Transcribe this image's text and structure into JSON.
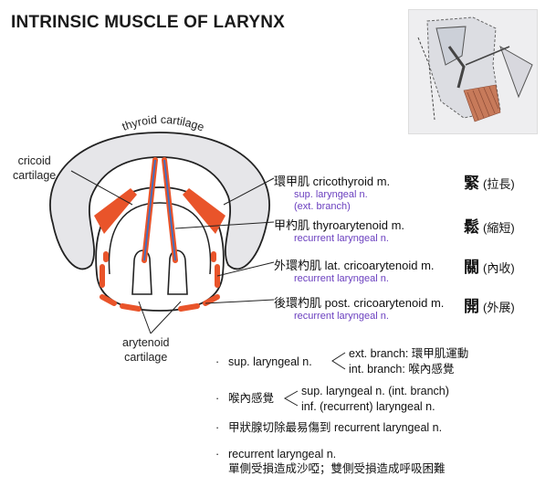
{
  "title": "INTRINSIC MUSCLE OF LARYNX",
  "labels": {
    "thyroid": "thyroid cartilage",
    "cricoid_line1": "cricoid",
    "cricoid_line2": "cartilage",
    "arytenoid_line1": "arytenoid",
    "arytenoid_line2": "cartilage"
  },
  "muscles": [
    {
      "name": "環甲肌 cricothyroid m.",
      "nerve1": "sup. laryngeal n.",
      "nerve2": "(ext. branch)",
      "func_big": "緊",
      "func_small": "(拉長)"
    },
    {
      "name": "甲杓肌 thyroarytenoid m.",
      "nerve1": "recurrent laryngeal n.",
      "func_big": "鬆",
      "func_small": "(縮短)"
    },
    {
      "name": "外環杓肌 lat. cricoarytenoid m.",
      "nerve1": "recurrent laryngeal n.",
      "func_big": "關",
      "func_small": "(內收)"
    },
    {
      "name": "後環杓肌 post. cricoarytenoid m.",
      "nerve1": "recurrent laryngeal n.",
      "func_big": "開",
      "func_small": "(外展)"
    }
  ],
  "notes": {
    "n1_left": "sup. laryngeal n.",
    "n1_ext": "ext. branch: 環甲肌運動",
    "n1_int": "int. branch: 喉內感覺",
    "n2_left": "喉內感覺",
    "n2_a": "sup. laryngeal n. (int. branch)",
    "n2_b": "inf. (recurrent) laryngeal n.",
    "n3": "甲狀腺切除最易傷到 recurrent laryngeal n.",
    "n4_a": "recurrent laryngeal n.",
    "n4_b": "單側受損造成沙啞；雙側受損造成呼吸困難"
  },
  "colors": {
    "muscle": "#e9542a",
    "cartilage_fill": "#e6e6e9",
    "nerve_text": "#6a3fbf",
    "vocal_ligament": "#3b6fc4"
  }
}
